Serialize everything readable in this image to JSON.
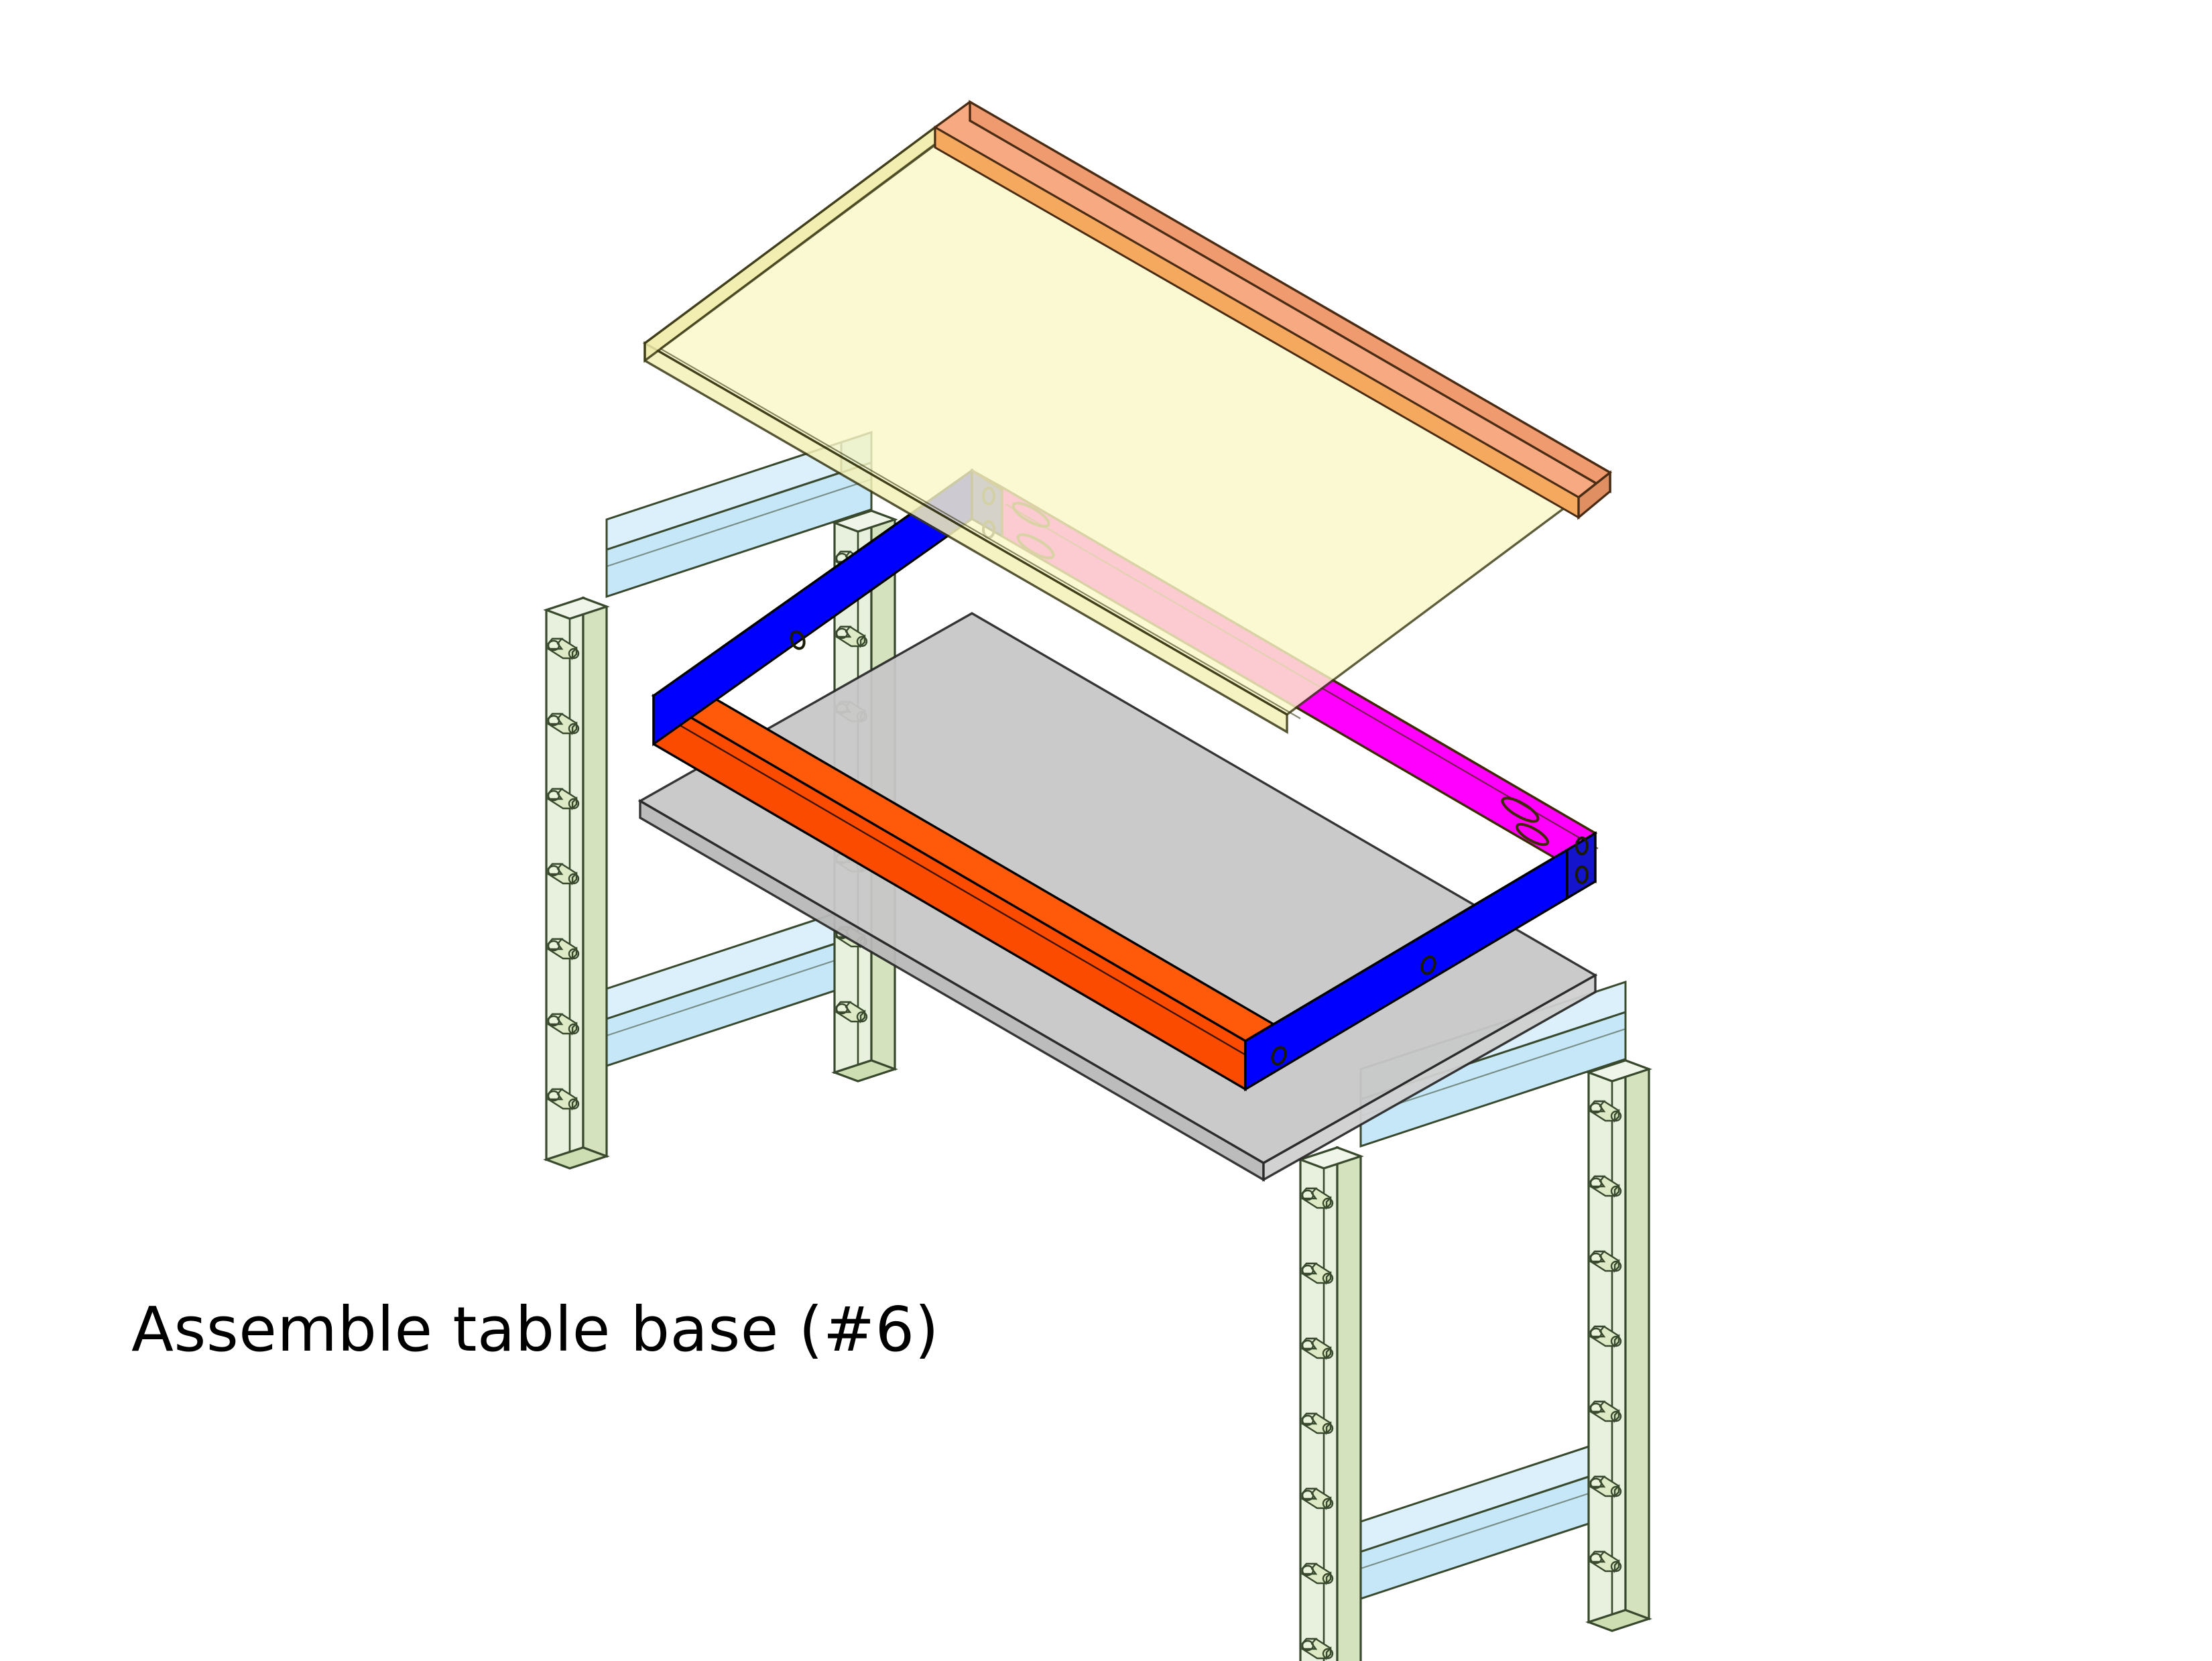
{
  "figure": {
    "kind": "exploded-isometric-assembly-diagram",
    "caption": "Assemble table base (#6)",
    "step_number": "#6",
    "background_color": "#ffffff",
    "outline_color": "#000000"
  },
  "parts": [
    {
      "id": "tabletop",
      "label": "tabletop-panel",
      "color": "#fbf8c8",
      "side_color": "#f2eeb0",
      "outline": "#3b3a14",
      "opacity": 0.82,
      "position": "top"
    },
    {
      "id": "edge-strip",
      "label": "tabletop-edge-strip",
      "color": "#f7a982",
      "side_color": "#f9b97f",
      "front_color": "#edb06a",
      "outline": "#4a2c15",
      "opacity": 1.0,
      "position": "top-right-edge"
    },
    {
      "id": "rail-back-magenta",
      "label": "long-rail-back",
      "color": "#ff00ff",
      "top_color": "#ff2ad0",
      "outline": "#3d2a00",
      "holes": "oval-slots",
      "hole_count": 4
    },
    {
      "id": "rail-front-orange",
      "label": "long-rail-front",
      "color": "#fa4b00",
      "top_color": "#ff5a0a",
      "outline": "#000000",
      "holes": "none",
      "hole_count": 0
    },
    {
      "id": "rail-left-blue",
      "label": "short-rail-left",
      "color": "#0000ff",
      "top_color": "#2b2bd8",
      "outline": "#000000",
      "holes": "round",
      "hole_count": 3
    },
    {
      "id": "rail-right-blue",
      "label": "short-rail-right",
      "color": "#0000ff",
      "top_color": "#2222e0",
      "outline": "#000000",
      "holes": "round",
      "hole_count": 3
    },
    {
      "id": "shelf-panel",
      "label": "shelf-panel",
      "color": "#c8c8c8",
      "side_color": "#bdbdbd",
      "outline": "#2b2b2b",
      "opacity": 0.95,
      "position": "middle"
    },
    {
      "id": "leg-frame-left",
      "label": "leg-frame-left",
      "post_color": "#dfeac8",
      "post_side_color": "#cfe0b4",
      "rail_color": "#cbe9fa",
      "rail_side_color": "#b0dcf5",
      "outline": "#1d3010",
      "opacity": 0.75,
      "post_count": 2,
      "cross_rail_count": 2,
      "bolts_per_post": 7
    },
    {
      "id": "leg-frame-right",
      "label": "leg-frame-right",
      "post_color": "#dfeac8",
      "post_side_color": "#cfe0b4",
      "rail_color": "#cbe9fa",
      "rail_side_color": "#b0dcf5",
      "outline": "#1d3010",
      "opacity": 0.75,
      "post_count": 2,
      "cross_rail_count": 2,
      "bolts_per_post": 7
    }
  ],
  "assembly_order": [
    "leg-frame-left",
    "leg-frame-right",
    "shelf-panel",
    "long-rail-front",
    "long-rail-back",
    "short-rail-left",
    "short-rail-right",
    "tabletop-panel"
  ]
}
